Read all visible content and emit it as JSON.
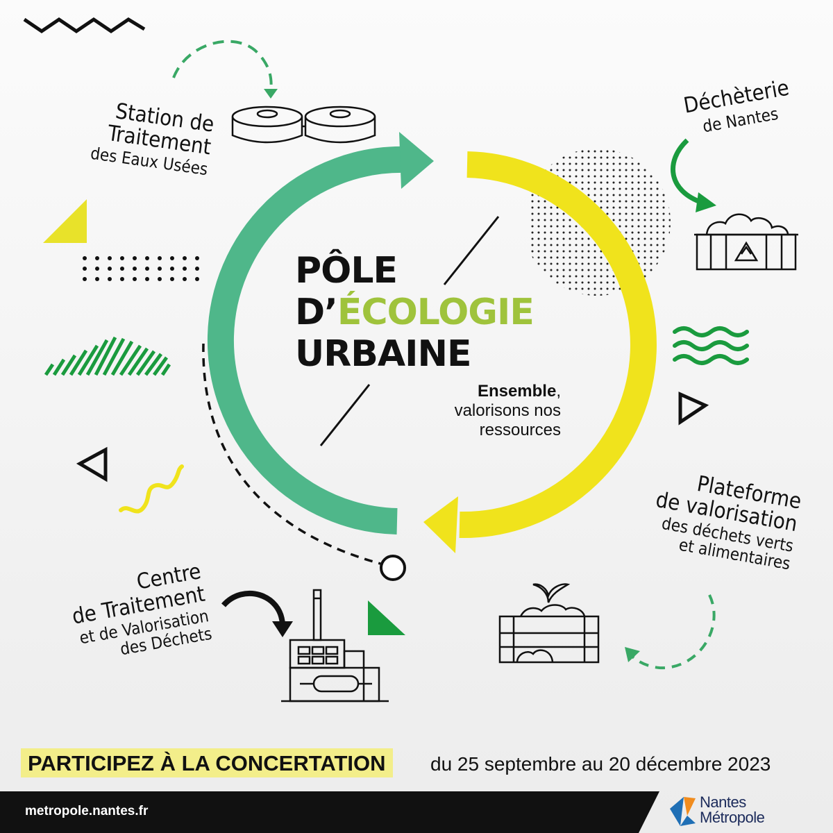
{
  "title": {
    "line1": "PÔLE",
    "line2_prefix": "D’",
    "line2_highlight": "ÉCOLOGIE",
    "line3": "URBAINE"
  },
  "tagline": {
    "bold": "Ensemble",
    "after_bold": ",",
    "line2": "valorisons nos",
    "line3": "ressources"
  },
  "sites": {
    "station": {
      "line1": "Station de",
      "line2": "Traitement",
      "line3": "des Eaux Usées"
    },
    "decheterie": {
      "line1": "Déchèterie",
      "line2": "de Nantes"
    },
    "plateforme": {
      "line1": "Plateforme",
      "line2": "de valorisation",
      "line3": "des déchets verts",
      "line4": "et alimentaires"
    },
    "centre": {
      "line1": "Centre",
      "line2": "de Traitement",
      "line3": "et de Valorisation",
      "line4": "des Déchets"
    }
  },
  "cta": {
    "label": "PARTICIPEZ À LA CONCERTATION",
    "dates": "du 25 septembre au 20 décembre 2023"
  },
  "footer": {
    "url": "metropole.nantes.fr",
    "brand_line1": "Nantes",
    "brand_line2": "Métropole"
  },
  "colors": {
    "green_arc": "#4fb78a",
    "yellow_arc": "#f0e31c",
    "dark_green": "#1a9b3e",
    "lime": "#9fc33c",
    "yellow_highlight": "#f3ee8a",
    "black": "#111111"
  }
}
